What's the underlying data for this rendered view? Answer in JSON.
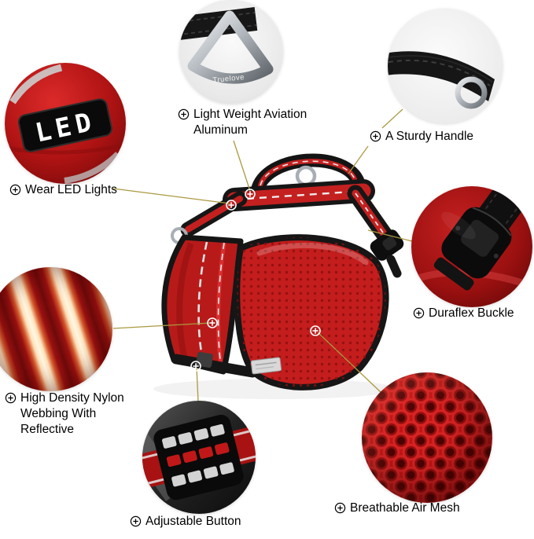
{
  "figure": {
    "title": "Dog harness feature callouts",
    "background_color": "#ffffff"
  },
  "product": {
    "brand_text": "Truelove",
    "led_text": "LED"
  },
  "features": {
    "aluminum": {
      "label": "Light Weight Aviation Aluminum"
    },
    "handle": {
      "label": "A Sturdy Handle"
    },
    "led": {
      "label": "Wear LED Lights"
    },
    "buckle": {
      "label": "Duraflex Buckle"
    },
    "webbing": {
      "label": "High Density Nylon Webbing With Reflective"
    },
    "adjustable": {
      "label": "Adjustable Button"
    },
    "mesh": {
      "label": "Breathable Air Mesh"
    }
  },
  "icons": {
    "label_marker": "circled-plus",
    "harness_marker": "circled-plus-white"
  },
  "colors": {
    "harness_red": "#c42020",
    "strap_black": "#161616",
    "metal_gray": "#a8aeb4",
    "connector_line": "#ab9a40",
    "label_text": "#000000"
  }
}
